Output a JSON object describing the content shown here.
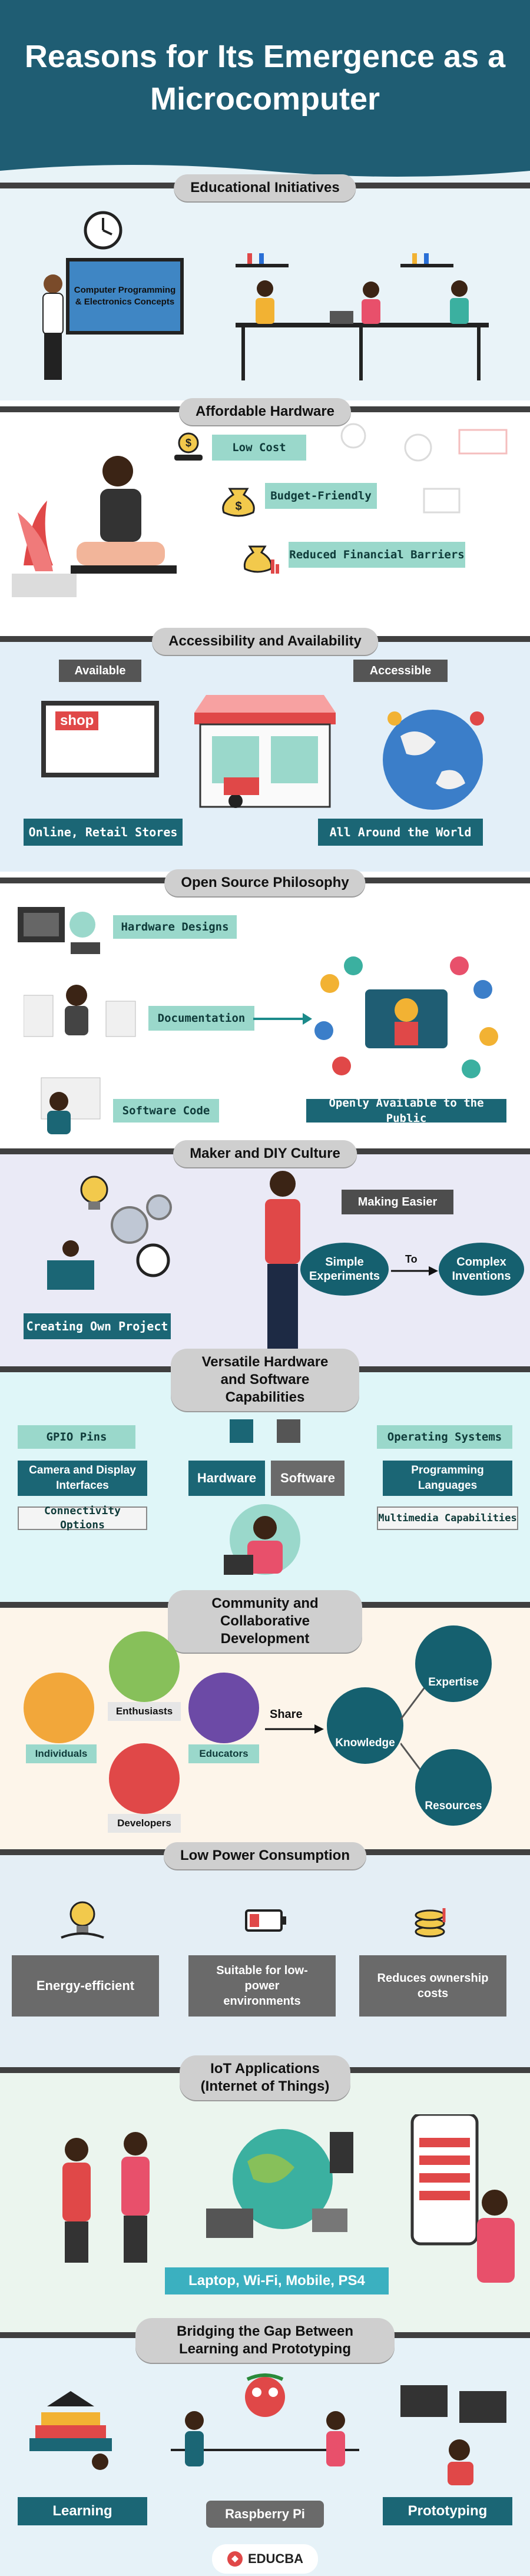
{
  "title": "Reasons for Its Emergence as a Microcomputer",
  "s1": {
    "heading": "Educational Initiatives",
    "board_text": "Computer Programming & Electronics Concepts"
  },
  "s2": {
    "heading": "Affordable Hardware",
    "items": [
      "Low Cost",
      "Budget-Friendly",
      "Reduced Financial Barriers"
    ]
  },
  "s3": {
    "heading": "Accessibility and Availability",
    "left_tag": "Available",
    "right_tag": "Accessible",
    "shop_text": "shop",
    "left_box": "Online, Retail Stores",
    "right_box": "All Around the World"
  },
  "s4": {
    "heading": "Open Source Philosophy",
    "items": [
      "Hardware Designs",
      "Documentation",
      "Software Code"
    ],
    "result": "Openly Available to the Public"
  },
  "s5": {
    "heading": "Maker and DIY Culture",
    "left_box": "Creating Own Project",
    "right_tag": "Making Easier",
    "from": "Simple Experiments",
    "to_label": "To",
    "to": "Complex Inventions"
  },
  "s6": {
    "heading": "Versatile Hardware and Software Capabilities",
    "hardware": "Hardware",
    "software": "Software",
    "left_items": [
      "GPIO Pins",
      "Camera and Display Interfaces",
      "Connectivity Options"
    ],
    "right_items": [
      "Operating Systems",
      "Programming Languages",
      "Multimedia Capabilities"
    ]
  },
  "s7": {
    "heading": "Community and Collaborative Development",
    "people": [
      "Individuals",
      "Enthusiasts",
      "Educators",
      "Developers"
    ],
    "share": "Share",
    "center": "Knowledge",
    "outputs": [
      "Expertise",
      "Resources"
    ]
  },
  "s8": {
    "heading": "Low Power Consumption",
    "items": [
      "Energy-efficient",
      "Suitable for low-power environments",
      "Reduces ownership costs"
    ]
  },
  "s9": {
    "heading": "IoT Applications (Internet of Things)",
    "box": "Laptop, Wi-Fi, Mobile, PS4"
  },
  "s10": {
    "heading": "Bridging the Gap Between Learning and Prototyping",
    "left_box": "Learning",
    "center_box": "Raspberry Pi",
    "right_box": "Prototyping"
  },
  "footer": {
    "brand": "EDUCBA"
  },
  "colors": {
    "header_bg": "#1f5d73",
    "teal": "#1b6675",
    "mint": "#9ad8cb",
    "pill": "#cfcfcf"
  }
}
